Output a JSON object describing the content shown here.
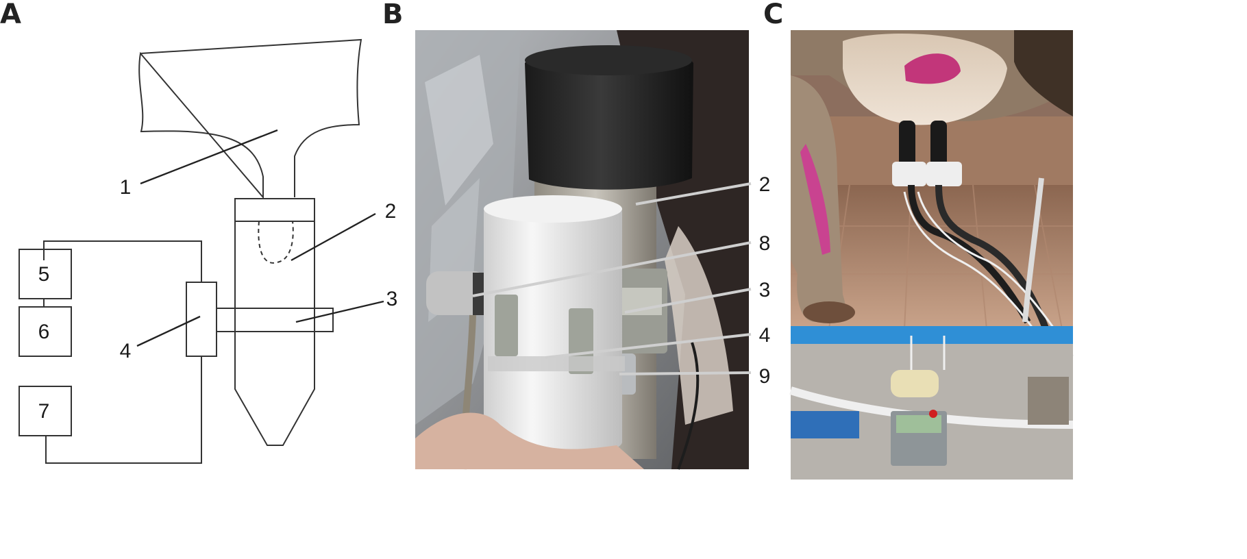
{
  "panels": [
    {
      "letter": "A",
      "kind": "schematic"
    },
    {
      "letter": "B",
      "kind": "photo"
    },
    {
      "letter": "C",
      "kind": "photo"
    }
  ],
  "panel_a": {
    "callouts": [
      "1",
      "2",
      "3",
      "4"
    ],
    "boxes": [
      "5",
      "6",
      "7"
    ]
  },
  "panel_b": {
    "callouts": [
      "2",
      "8",
      "3",
      "4",
      "9"
    ]
  }
}
